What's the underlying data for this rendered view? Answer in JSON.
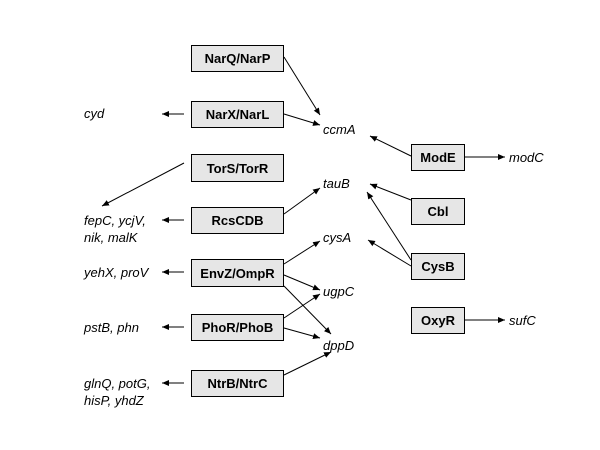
{
  "systems": {
    "narq_narp": "NarQ/NarP",
    "narx_narl": "NarX/NarL",
    "tors_torr": "TorS/TorR",
    "rcscdb": "RcsCDB",
    "envz_ompr": "EnvZ/OmpR",
    "phor_phob": "PhoR/PhoB",
    "ntrb_ntrc": "NtrB/NtrC",
    "mode": "ModE",
    "cbl": "Cbl",
    "cysb": "CysB",
    "oxyr": "OxyR"
  },
  "genes": {
    "cyd": "cyd",
    "fep_line1": "fepC, ycjV,",
    "fep_line2": "nik, malK",
    "yehx_prov": "yehX, proV",
    "pstb_phn": "pstB, phn",
    "glnq_line1": "glnQ, potG,",
    "glnq_line2": "hisP, yhdZ",
    "ccma": "ccmA",
    "taub": "tauB",
    "cysa": "cysA",
    "ugpc": "ugpC",
    "dppd": "dppD",
    "modc": "modC",
    "sufc": "sufC"
  },
  "edges": [
    {
      "from": "NarQ/NarP",
      "to": "ccmA"
    },
    {
      "from": "NarX/NarL",
      "to": "ccmA"
    },
    {
      "from": "NarX/NarL",
      "to": "cyd"
    },
    {
      "from": "ModE",
      "to": "ccmA"
    },
    {
      "from": "ModE",
      "to": "modC"
    },
    {
      "from": "TorS/TorR",
      "to": "fepC, ycjV, nik, malK"
    },
    {
      "from": "RcsCDB",
      "to": "fepC, ycjV, nik, malK"
    },
    {
      "from": "RcsCDB",
      "to": "tauB"
    },
    {
      "from": "Cbl",
      "to": "tauB"
    },
    {
      "from": "CysB",
      "to": "tauB"
    },
    {
      "from": "CysB",
      "to": "cysA"
    },
    {
      "from": "EnvZ/OmpR",
      "to": "cysA"
    },
    {
      "from": "EnvZ/OmpR",
      "to": "ugpC"
    },
    {
      "from": "EnvZ/OmpR",
      "to": "dppD"
    },
    {
      "from": "EnvZ/OmpR",
      "to": "yehX, proV"
    },
    {
      "from": "PhoR/PhoB",
      "to": "ugpC"
    },
    {
      "from": "PhoR/PhoB",
      "to": "dppD"
    },
    {
      "from": "PhoR/PhoB",
      "to": "pstB, phn"
    },
    {
      "from": "NtrB/NtrC",
      "to": "dppD"
    },
    {
      "from": "NtrB/NtrC",
      "to": "glnQ, potG, hisP, yhdZ"
    },
    {
      "from": "OxyR",
      "to": "sufC"
    }
  ]
}
